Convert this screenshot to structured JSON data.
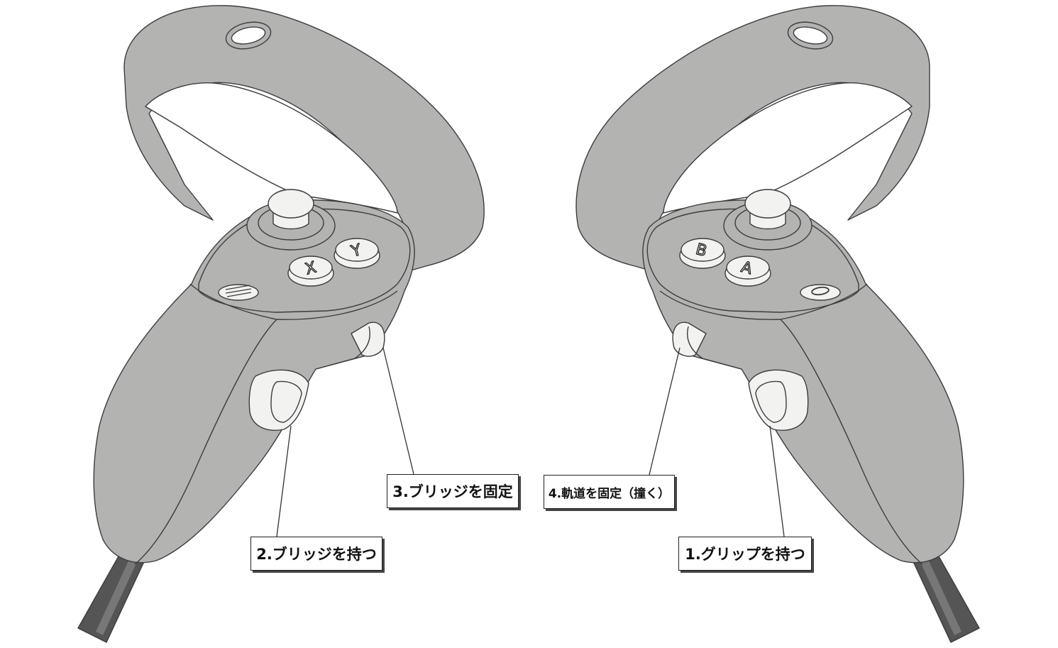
{
  "callouts": {
    "hold_grip": "1.グリップを持つ",
    "hold_bridge": "2.ブリッジを持つ",
    "fix_bridge": "3.ブリッジを固定",
    "fix_trajectory": "4.軌道を固定（撞く）"
  },
  "controllers": {
    "left": {
      "buttons": {
        "x": "X",
        "y": "Y"
      },
      "menu_icon": "menu-icon"
    },
    "right": {
      "buttons": {
        "a": "A",
        "b": "B"
      },
      "system_icon": "oculus-icon"
    }
  },
  "colors": {
    "body": "#b3b3b2",
    "outline": "#3c3c3c",
    "button_face": "#f2f2f1",
    "cable": "#555555",
    "background": "#ffffff"
  }
}
